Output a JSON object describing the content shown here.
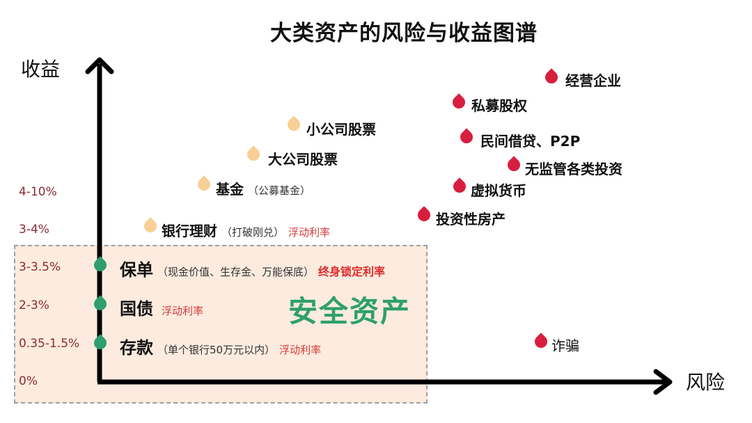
{
  "title": "大类资产的风险与收益图谱",
  "axes": {
    "y_label": "收益",
    "x_label": "风险",
    "y_ticks": [
      "4-10%",
      "3-4%",
      "3-3.5%",
      "2-3%",
      "0.35-1.5%",
      "0%"
    ]
  },
  "safe_zone": {
    "label": "安全资产",
    "items": [
      {
        "name": "保单",
        "note": "（现金价值、生存金、万能保底）",
        "rate": "终身锁定利率",
        "yield": "3-3.5%"
      },
      {
        "name": "国债",
        "note": "",
        "rate": "浮动利率",
        "yield": "2-3%"
      },
      {
        "name": "存款",
        "note": "（单个银行50万元以内）",
        "rate": "浮动利率",
        "yield": "0.35-1.5%"
      }
    ]
  },
  "medium_risk": {
    "color": "#f8cf94",
    "items": [
      {
        "name": "小公司股票"
      },
      {
        "name": "大公司股票"
      },
      {
        "name": "基金",
        "note": "（公募基金）",
        "yield": "4-10%"
      },
      {
        "name": "银行理财",
        "note": "（打破刚兑）",
        "rate": "浮动利率",
        "yield": "3-4%"
      }
    ]
  },
  "high_risk": {
    "color": "#d81e3e",
    "items": [
      {
        "name": "经营企业"
      },
      {
        "name": "私募股权"
      },
      {
        "name": "民间借贷、P2P"
      },
      {
        "name": "无监管各类投资"
      },
      {
        "name": "虚拟货币"
      },
      {
        "name": "投资性房产"
      },
      {
        "name": "诈骗"
      }
    ]
  },
  "colors": {
    "safe_green": "#2e9e6c",
    "medium_tan": "#f8cf94",
    "high_red": "#d81e3e",
    "tick_red": "#8a2a34",
    "rate_red": "#d43a3a",
    "safe_bg": "#fcebde"
  }
}
